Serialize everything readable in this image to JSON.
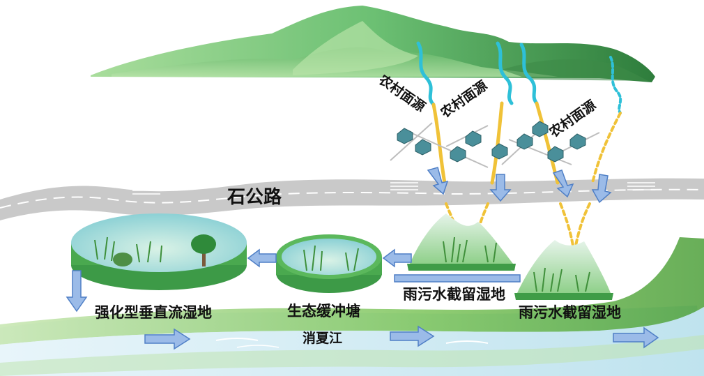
{
  "labels": {
    "road": "石公路",
    "rural_source_1": "农村面源",
    "rural_source_2": "农村面源",
    "rural_source_3": "农村面源",
    "vertical_flow_wetland": "强化型垂直流湿地",
    "eco_buffer_pond": "生态缓冲塘",
    "stormwater_wetland_1": "雨污水截留湿地",
    "stormwater_wetland_2": "雨污水截留湿地",
    "river": "消夏江"
  },
  "colors": {
    "mountain_light": "#8fd48a",
    "mountain_dark": "#3f8f45",
    "road": "#c9c9c9",
    "runoff_stream": "#2ec0d8",
    "runoff_channel": "#f0c238",
    "arrow_fill": "#9bbbe8",
    "arrow_stroke": "#4f7fc6",
    "river": "#dceff6",
    "bank": "#7cc45a",
    "house": "#4a8f9a"
  }
}
